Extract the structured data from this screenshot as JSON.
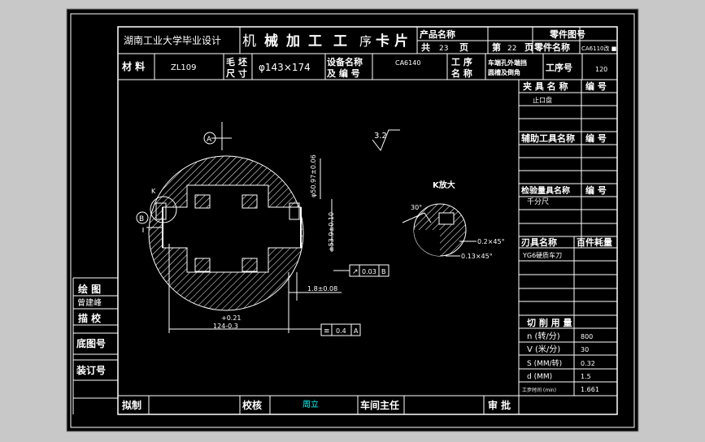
{
  "header": {
    "school": "湖南工业大学毕业设计",
    "card_title": [
      "机",
      "械",
      "加",
      "工",
      "工",
      "序",
      "卡",
      "片"
    ],
    "product_name_label": "产品名称",
    "part_drawing_no_label": "零件图号",
    "total_label": "共",
    "total_pages": "23",
    "page_unit": "页",
    "page_label": "第",
    "page_no": "22",
    "part_name_label": "零件名称",
    "part_name": "CA6110改 ■"
  },
  "row2": {
    "material_label": "材 料",
    "material": "ZL109",
    "blank_label_1": "毛 坯",
    "blank_label_2": "尺 寸",
    "blank_size": "φ143×174",
    "equip_label_1": "设备名称",
    "equip_label_2": "及 编 号",
    "equip": "CA6140",
    "process_label_1": "工 序",
    "process_label_2": "名 称",
    "process_name_1": "车端孔外端挡",
    "process_name_2": "圆槽及倒角",
    "process_no_label": "工序号",
    "process_no": "120"
  },
  "right_panel": {
    "fixture_label": "夹 具 名 称",
    "number_label": "编 号",
    "fixture_item": "止口盘",
    "aux_tool_label": "辅助工具名称",
    "measure_label": "检验量具名称",
    "measure_item": "千分尺",
    "cutter_label": "刃具名称",
    "consumption_label": "百件耗量",
    "cutter_item": "YG6硬质车刀",
    "cutting_label": "切  削  用  量",
    "params": [
      {
        "label": "n (转/分)",
        "value": "800"
      },
      {
        "label": "V (米/分)",
        "value": "30"
      },
      {
        "label": "S (MM/转)",
        "value": "0.32"
      },
      {
        "label": "d (MM)",
        "value": "1.5"
      },
      {
        "label": "工步时间 (min)",
        "value": "1.661"
      }
    ]
  },
  "left_panel": {
    "draw_label": "绘 图",
    "drawer": "曾建峰",
    "trace_label": "描 校",
    "base_drawing_label": "底图号",
    "binding_label": "装订号"
  },
  "bottom": {
    "draft_label": "拟制",
    "check_label": "校核",
    "checker": "周立",
    "workshop_label": "车间主任",
    "approve_label": "审 批"
  },
  "drawing": {
    "datum_a": "A",
    "datum_b": "B",
    "roughness": "3.2",
    "dim_bore": "φ50.97±0.06",
    "dim_len": "±53.9±0.10",
    "tol_runout": "0.03",
    "tol_runout_datum": "B",
    "dim_groove": "1.8±0.08",
    "dim_overall_tol": "+0.21",
    "dim_overall": "124-0.3",
    "tol_sym": "0.4",
    "tol_sym_datum": "A",
    "detail_label": "K放大",
    "section_k": "K",
    "angle": "30°",
    "chamfer_1": "0.2×45°",
    "chamfer_2": "0.13×45°"
  },
  "colors": {
    "background": "#000000",
    "line": "#ffffff",
    "accent": "#00ffff",
    "surround": "#d4d4d4"
  }
}
